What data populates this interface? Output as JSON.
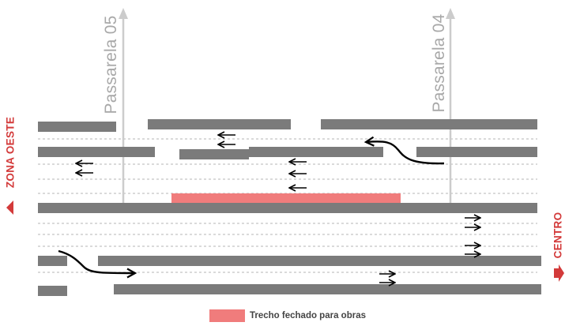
{
  "labels": {
    "passarela_05": "Passarela 05",
    "passarela_04": "Passarela 04",
    "zona_oeste": "ZONA OESTE",
    "centro": "CENTRO"
  },
  "legend": {
    "closed_stretch": "Trecho fechado para obras"
  },
  "colors": {
    "road_bar": "#7b7b7b",
    "closed_stretch": "#f07c7c",
    "walkway": "#cccccc",
    "side_label": "#d33a3a"
  }
}
